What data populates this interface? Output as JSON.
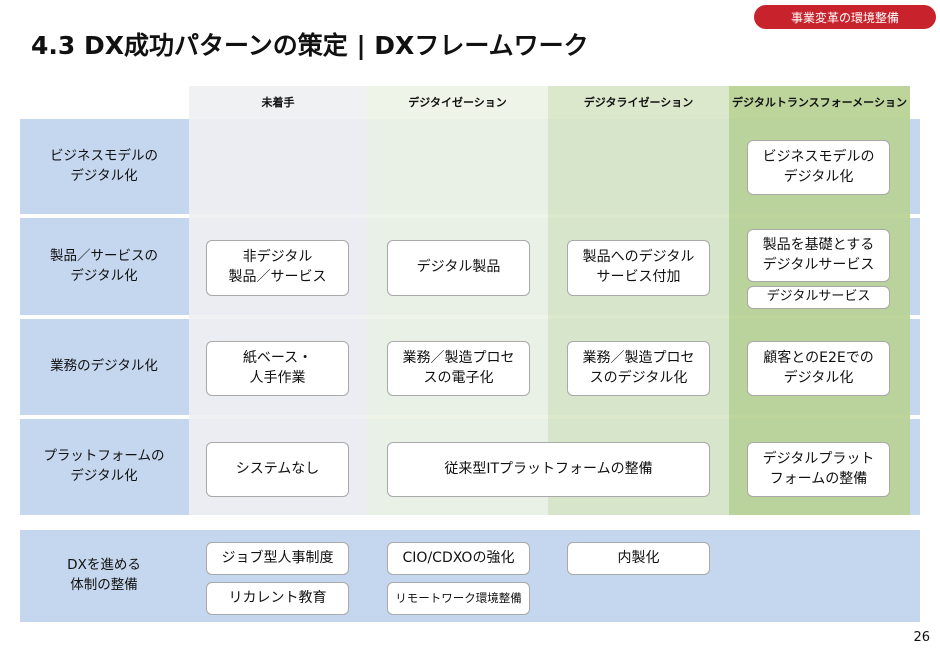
{
  "tag": "事業変革の環境整備",
  "title": "4.3 DX成功パターンの策定 | DXフレームワーク",
  "columns": [
    "未着手",
    "デジタイゼーション",
    "デジタライゼーション",
    "デジタルトランスフォーメーション"
  ],
  "rows": {
    "business_model": {
      "label": "ビジネスモデルの\nデジタル化",
      "dx": "ビジネスモデルの\nデジタル化"
    },
    "product": {
      "label": "製品／サービスの\nデジタル化",
      "none": "非デジタル\n製品／サービス",
      "digitization": "デジタル製品",
      "digitalization": "製品へのデジタル\nサービス付加",
      "dx_top": "製品を基礎とする\nデジタルサービス",
      "dx_bottom": "デジタルサービス"
    },
    "operations": {
      "label": "業務のデジタル化",
      "none": "紙ベース・\n人手作業",
      "digitization": "業務／製造プロセ\nスの電子化",
      "digitalization": "業務／製造プロセ\nスのデジタル化",
      "dx": "顧客とのE2Eでの\nデジタル化"
    },
    "platform": {
      "label": "プラットフォームの\nデジタル化",
      "none": "システムなし",
      "legacy": "従来型ITプラットフォームの整備",
      "dx": "デジタルプラット\nフォームの整備"
    },
    "organization": {
      "label": "DXを進める\n体制の整備",
      "items": [
        "ジョブ型人事制度",
        "リカレント教育",
        "CIO/CDXOの強化",
        "リモートワーク環境整備",
        "内製化"
      ]
    }
  },
  "page_number": "26"
}
